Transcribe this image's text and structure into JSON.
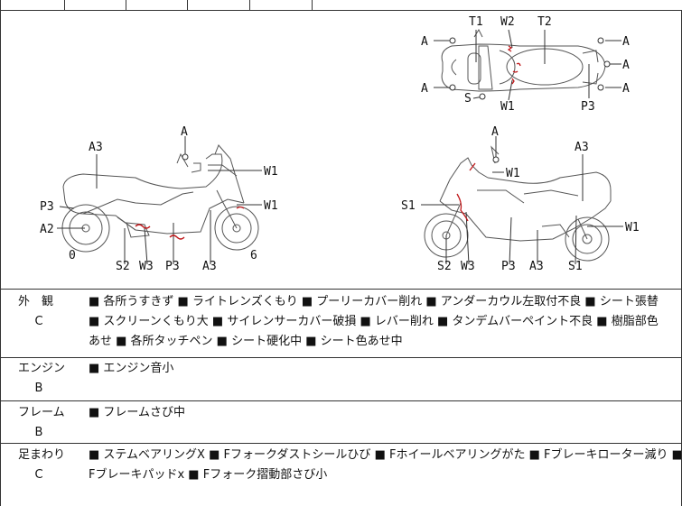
{
  "diagram_labels": {
    "top": {
      "t1": "T1",
      "w2": "W2",
      "t2": "T2",
      "a1": "A",
      "a2": "A",
      "a3": "A",
      "a4": "A",
      "a5": "A",
      "s": "S",
      "w1": "W1",
      "p3": "P3"
    },
    "left": {
      "a3": "A3",
      "a": "A",
      "w1a": "W1",
      "w1b": "W1",
      "p3": "P3",
      "a2": "A2",
      "zero": "0",
      "s2": "S2",
      "w3": "W3",
      "p3b": "P3",
      "a3b": "A3",
      "six": "6"
    },
    "right": {
      "a": "A",
      "a3": "A3",
      "w1a": "W1",
      "s1": "S1",
      "w1b": "W1",
      "s2": "S2",
      "w3": "W3",
      "p3": "P3",
      "a3b": "A3",
      "s1b": "S1"
    }
  },
  "sections": [
    {
      "name": "外　観",
      "grade": "C",
      "lines": [
        "■ 各所うすきず ■ ライトレンズくもり ■ プーリーカバー削れ ■ アンダーカウル左取付不良 ■ シート張替",
        "■ スクリーンくもり大 ■ サイレンサーカバー破損 ■ レバー削れ ■ タンデムバーペイント不良 ■ 樹脂部色",
        "あせ ■ 各所タッチペン ■ シート硬化中 ■ シート色あせ中"
      ]
    },
    {
      "name": "エンジン",
      "grade": "B",
      "lines": [
        "■ エンジン音小"
      ]
    },
    {
      "name": "フレーム",
      "grade": "B",
      "lines": [
        "■ フレームさび中"
      ]
    },
    {
      "name": "足まわり",
      "grade": "C",
      "lines": [
        "■ ステムベアリングX ■ Fフォークダストシールひび ■ Fホイールベアリングがた ■ Fブレーキローター減り ■",
        "Fブレーキパッドx ■ Fフォーク摺動部さび小"
      ]
    }
  ]
}
